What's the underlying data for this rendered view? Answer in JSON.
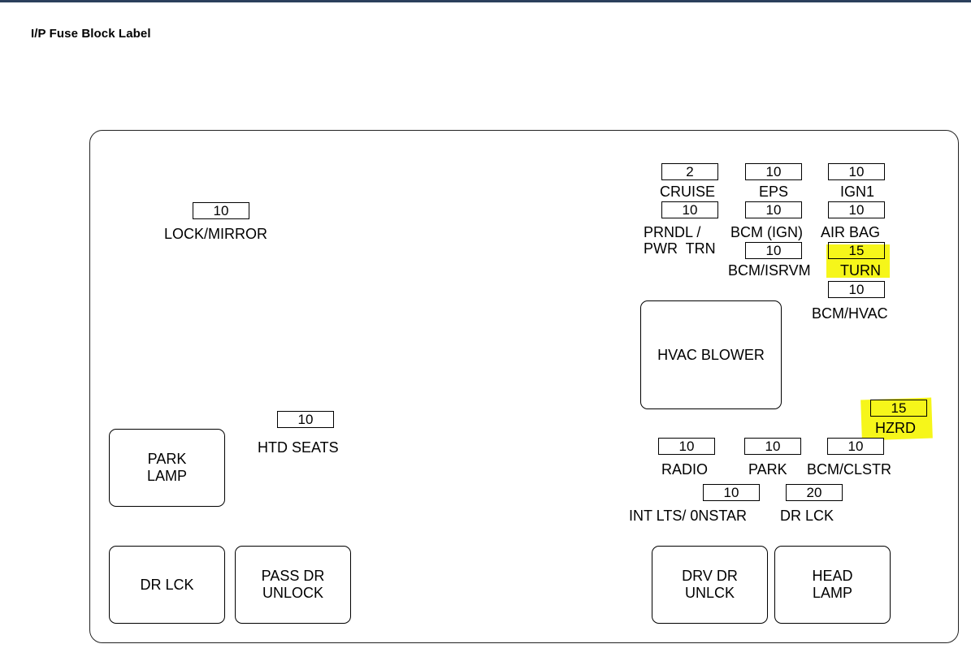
{
  "title": "I/P Fuse Block Label",
  "colors": {
    "highlight": "#f6f61a",
    "line": "#000000",
    "header_bar": "#2b3f5c"
  },
  "fuses": {
    "cruise": {
      "rating": "2",
      "label": "CRUISE"
    },
    "eps": {
      "rating": "10",
      "label": "EPS"
    },
    "ign1": {
      "rating": "10",
      "label": "IGN1"
    },
    "prndl": {
      "rating": "10",
      "label": "PRNDL /\nPWR  TRN"
    },
    "bcm_ign": {
      "rating": "10",
      "label": "BCM (IGN)"
    },
    "air_bag": {
      "rating": "10",
      "label": "AIR BAG"
    },
    "bcm_isrvm": {
      "rating": "10",
      "label": "BCM/ISRVM"
    },
    "turn": {
      "rating": "15",
      "label": "TURN",
      "highlighted": true
    },
    "bcm_hvac": {
      "rating": "10",
      "label": "BCM/HVAC"
    },
    "lock_mirror": {
      "rating": "10",
      "label": "LOCK/MIRROR"
    },
    "htd_seats": {
      "rating": "10",
      "label": "HTD SEATS"
    },
    "hzrd": {
      "rating": "15",
      "label": "HZRD",
      "highlighted": true
    },
    "radio": {
      "rating": "10",
      "label": "RADIO"
    },
    "park": {
      "rating": "10",
      "label": "PARK"
    },
    "bcm_clstr": {
      "rating": "10",
      "label": "BCM/CLSTR"
    },
    "int_lts": {
      "rating": "10",
      "label": "INT LTS/ 0NSTAR"
    },
    "dr_lck_fuse": {
      "rating": "20",
      "label": "DR  LCK"
    }
  },
  "relays": {
    "hvac_blower": "HVAC BLOWER",
    "park_lamp": "PARK\nLAMP",
    "dr_lck": "DR LCK",
    "pass_dr_unlock": "PASS DR\nUNLOCK",
    "drv_dr_unlck": "DRV DR\nUNLCK",
    "head_lamp": "HEAD\nLAMP"
  }
}
